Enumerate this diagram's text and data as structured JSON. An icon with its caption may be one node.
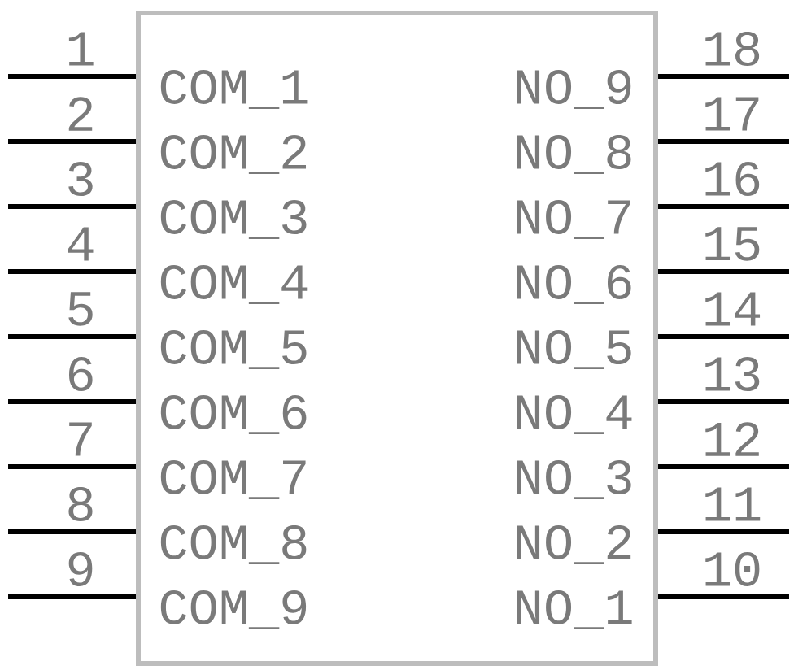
{
  "diagram": {
    "nodes": [
      {
        "text": [
          "COM_1",
          "COM_2",
          "COM_3",
          "COM_4",
          "COM_5",
          "COM_6",
          "COM_7",
          "COM_8",
          "COM_9",
          "NO_9",
          "NO_8",
          "NO_7",
          "NO_6",
          "NO_5",
          "NO_4",
          "NO_3",
          "NO_2",
          "NO_1"
        ]
      }
    ],
    "labels": [
      "1",
      "2",
      "3",
      "4",
      "5",
      "6",
      "7",
      "8",
      "9",
      "18",
      "17",
      "16",
      "15",
      "14",
      "13",
      "12",
      "11",
      "10"
    ]
  }
}
